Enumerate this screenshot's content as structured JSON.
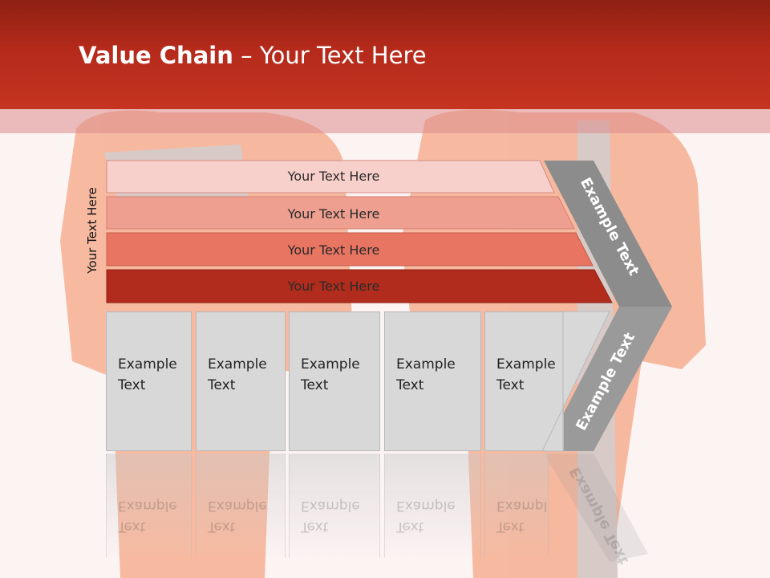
{
  "title": {
    "bold": "Value Chain",
    "rest": " – Your Text Here"
  },
  "side_label": "Your Text Here",
  "bars": [
    {
      "label": "Your Text Here",
      "color": "#f8d0cb"
    },
    {
      "label": "Your Text Here",
      "color": "#ee9f90"
    },
    {
      "label": "Your Text Here",
      "color": "#e87561"
    },
    {
      "label": "Your Text Here",
      "color": "#b12c1c"
    }
  ],
  "arrow_labels": {
    "top": "Example Text",
    "bottom": "Example Text"
  },
  "boxes": [
    {
      "line1": "Example",
      "line2": "Text"
    },
    {
      "line1": "Example",
      "line2": "Text"
    },
    {
      "line1": "Example",
      "line2": "Text"
    },
    {
      "line1": "Example",
      "line2": "Text"
    },
    {
      "line1": "Example",
      "line2": "Text"
    }
  ],
  "colors": {
    "header": "#b52a1b",
    "arrow_gray": "#8c8c8c",
    "box_gray": "#d8d8d8"
  }
}
